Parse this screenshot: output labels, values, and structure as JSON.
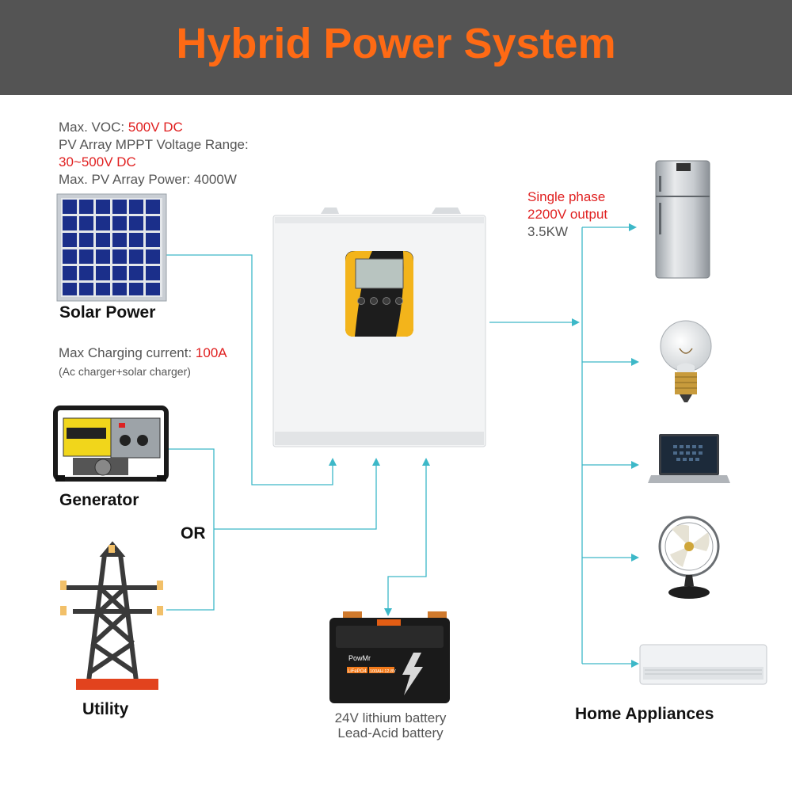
{
  "title": "Hybrid Power System",
  "pv_specs": {
    "voc_label": "Max. VOC: ",
    "voc_value": "500V DC",
    "mppt_label": "PV Array MPPT Voltage Range:",
    "mppt_value": "30~500V DC",
    "max_power": "Max. PV Array Power: 4000W"
  },
  "solar": {
    "label": "Solar Power"
  },
  "charging": {
    "label": "Max Charging current: ",
    "value": "100A",
    "note": "(Ac charger+solar charger)"
  },
  "generator": {
    "label": "Generator"
  },
  "or_label": "OR",
  "utility": {
    "label": "Utility"
  },
  "output": {
    "line1": "Single phase",
    "line2": "2200V output",
    "power": "3.5KW"
  },
  "battery": {
    "line1": "24V lithium battery",
    "line2": "Lead-Acid battery",
    "brand": "PowMr",
    "badge": "LiFePO4",
    "spec": "100AH 12.8V"
  },
  "appliances": {
    "label": "Home Appliances"
  },
  "colors": {
    "accent": "#ff6a14",
    "header_bg": "#545454",
    "line": "#3db8c8",
    "highlight": "#e02020"
  }
}
